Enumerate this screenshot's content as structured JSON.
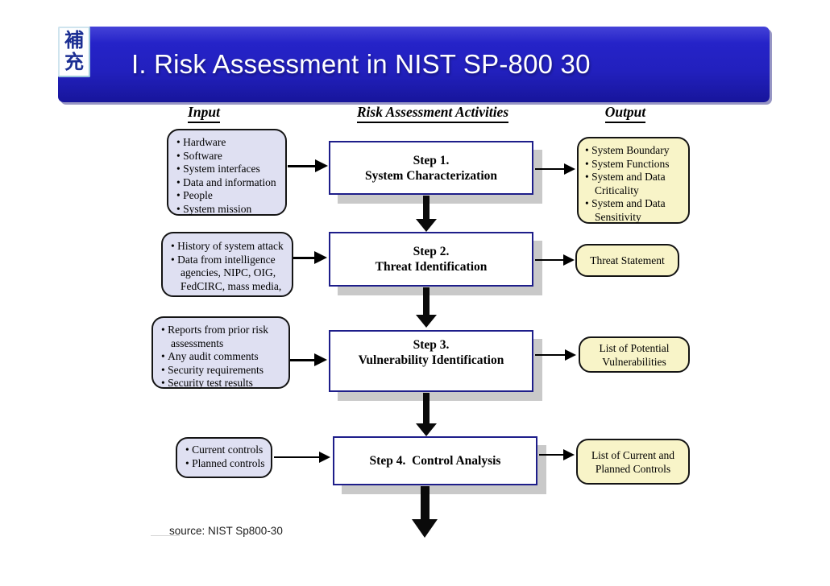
{
  "colors": {
    "bar_main": "#2220bd",
    "bar_mid": "#2523c8",
    "bar_light": "#4543d8",
    "bar_dark": "#17159b",
    "input_box_bg": "#dfe0f2",
    "output_box_bg": "#f8f4c8",
    "step_border": "#1e1e8a",
    "shadow_gray": "#c9c9c9"
  },
  "slide": {
    "badge": {
      "chars": [
        "補",
        "充"
      ]
    },
    "title": "I. Risk Assessment in NIST SP-800 30",
    "source": "source: NIST Sp800-30"
  },
  "columns": {
    "input": "Input",
    "activities": "Risk Assessment Activities",
    "output": "Output"
  },
  "rows": [
    {
      "input_items": [
        "Hardware",
        "Software",
        "System interfaces",
        "Data and information",
        "People",
        "System mission"
      ],
      "step_line1": "Step 1.",
      "step_line2": "System Characterization",
      "output_items": [
        "System Boundary",
        "System Functions",
        "System and Data Criticality",
        "System and Data Sensitivity"
      ]
    },
    {
      "input_items": [
        "History of system attack",
        "Data from intelligence agencies, NIPC, OIG, FedCIRC, mass media,"
      ],
      "step_line1": "Step 2.",
      "step_line2": "Threat Identification",
      "output_text": "Threat Statement"
    },
    {
      "input_items": [
        "Reports from prior risk assessments",
        "Any audit comments",
        "Security requirements",
        "Security test results"
      ],
      "step_line1": "Step 3.",
      "step_line2": "Vulnerability Identification",
      "output_line1": "List of Potential",
      "output_line2": "Vulnerabilities"
    },
    {
      "input_items": [
        "Current controls",
        "Planned controls"
      ],
      "step_line1": "Step 4.  Control Analysis",
      "output_line1": "List of Current and",
      "output_line2": "Planned Controls"
    }
  ]
}
